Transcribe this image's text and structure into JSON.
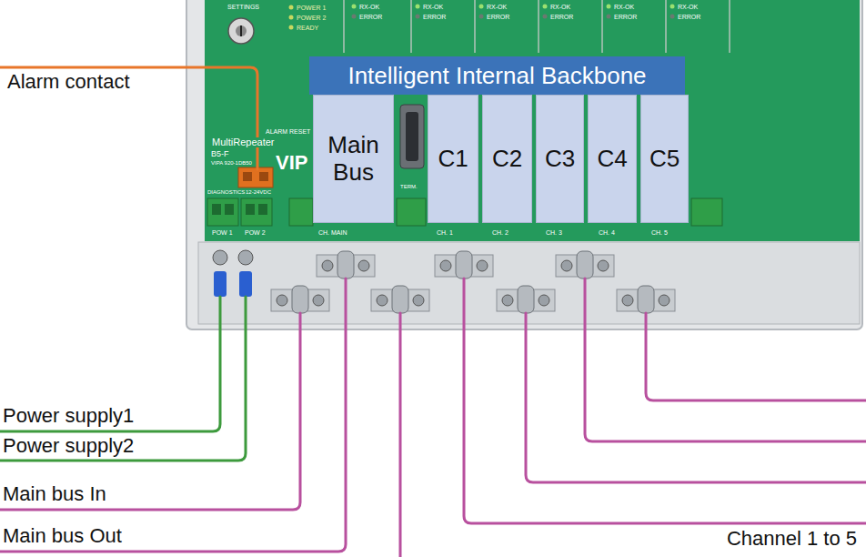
{
  "diagram": {
    "nodes": [
      {
        "text": [
          "Intelligent Internal Backbone"
        ]
      },
      {
        "text": [
          "Main Bus"
        ]
      },
      {
        "text": [
          "C1"
        ]
      },
      {
        "text": [
          "C2"
        ]
      },
      {
        "text": [
          "C3"
        ]
      },
      {
        "text": [
          "C4"
        ]
      },
      {
        "text": [
          "C5"
        ]
      }
    ],
    "labels": [
      "Alarm contact",
      "Power supply1",
      "Power supply2",
      "Main bus In",
      "Main bus Out",
      "Channel 1 to 5",
      "SETTINGS",
      "POWER 1",
      "POWER 2",
      "READY",
      "RX-OK",
      "ERROR",
      "RX-OK",
      "ERROR",
      "RX-OK",
      "ERROR",
      "RX-OK",
      "ERROR",
      "RX-OK",
      "ERROR",
      "RX-OK",
      "ERROR",
      "ALARM RESET",
      "MultiRepeater",
      "B5-F",
      "VIPA 920-1DB50",
      "VIP",
      "DIAGNOSTICS",
      "12-24VDC",
      "POW 1",
      "POW 2",
      "CH. MAIN",
      "CH. 1",
      "CH. 2",
      "CH. 3",
      "CH. 4",
      "CH. 5",
      "TERM."
    ]
  }
}
